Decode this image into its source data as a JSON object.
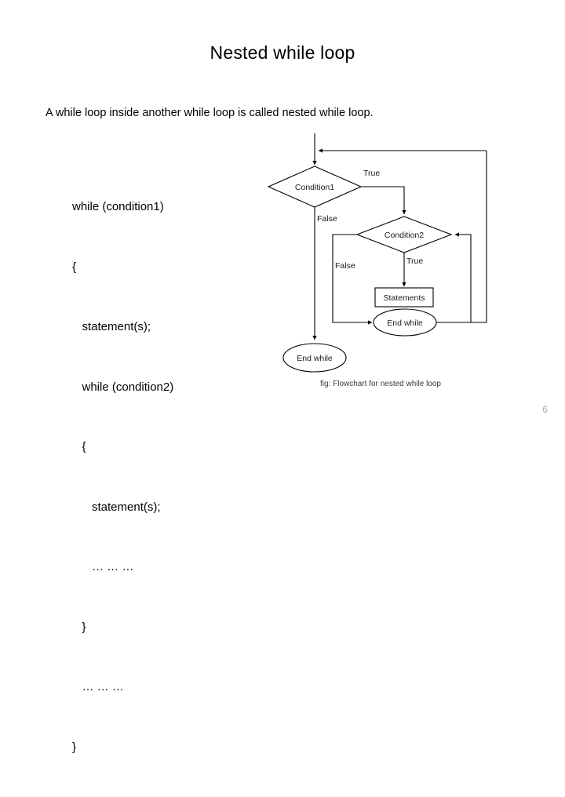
{
  "slide": {
    "title": "Nested while loop",
    "intro": "A while loop inside another while loop is called nested while loop.",
    "page_number": "6",
    "background_color": "#ffffff",
    "text_color": "#000000",
    "page_number_color": "#a8a8a8"
  },
  "code": {
    "lines": [
      "while (condition1)",
      "{",
      "   statement(s);",
      "   while (condition2)",
      "   {",
      "      statement(s);",
      "      … … …",
      "   }",
      "   … … …",
      "}"
    ]
  },
  "flowchart": {
    "caption": "fig: Flowchart for nested while loop",
    "nodes": [
      {
        "id": "condition1",
        "type": "decision",
        "label": "Condition1"
      },
      {
        "id": "condition2",
        "type": "decision",
        "label": "Condition2"
      },
      {
        "id": "statements",
        "type": "process",
        "label": "Statements"
      },
      {
        "id": "end-while-inner",
        "type": "terminator",
        "label": "End while"
      },
      {
        "id": "end-while-outer",
        "type": "terminator",
        "label": "End while"
      }
    ],
    "edge_labels": {
      "condition1_true": "True",
      "condition1_false": "False",
      "condition2_true": "True",
      "condition2_false": "False"
    },
    "stroke_color": "#000000"
  }
}
